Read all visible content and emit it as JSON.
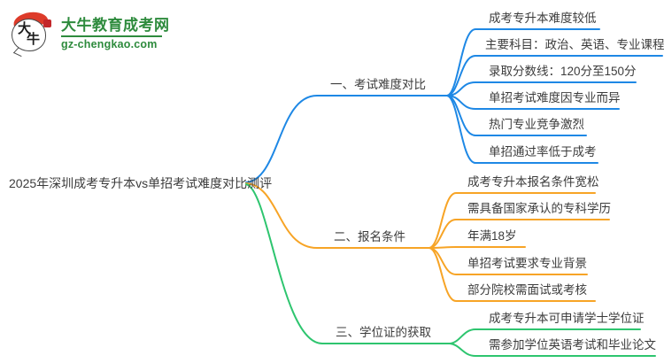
{
  "logo": {
    "icon_name": "daniu-ox-speech-bubble-icon",
    "icon_char1": "大",
    "icon_char2": "牛",
    "title": "大牛教育成考网",
    "domain": "gz-chengkao.com",
    "brand_green": "#2e8b3d",
    "brand_red": "#dd3b2a"
  },
  "root": {
    "text": "2025年深圳成考专升本vs单招考试难度对比测评",
    "text_color": "#3c3c3c"
  },
  "branches": [
    {
      "label": "一、考试难度对比",
      "color": "#1E88E5",
      "leaves": [
        "成考专升本难度较低",
        "主要科目：政治、英语、专业课程",
        "录取分数线：120分至150分",
        "单招考试难度因专业而异",
        "热门专业竞争激烈",
        "单招通过率低于成考"
      ]
    },
    {
      "label": "二、报名条件",
      "color": "#F7A426",
      "leaves": [
        "成考专升本报名条件宽松",
        "需具备国家承认的专科学历",
        "年满18岁",
        "单招考试要求专业背景",
        "部分院校需面试或考核"
      ]
    },
    {
      "label": "三、学位证的获取",
      "color": "#2EC56F",
      "leaves": [
        "成考专升本可申请学士学位证",
        "需参加学位英语考试和毕业论文"
      ]
    }
  ]
}
